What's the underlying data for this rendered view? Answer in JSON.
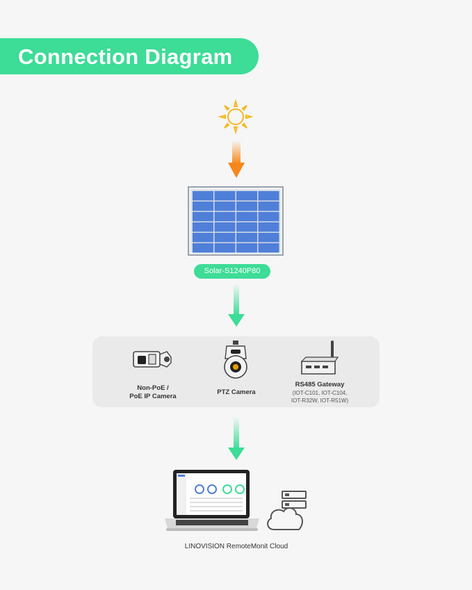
{
  "title": "Connection Diagram",
  "panel": {
    "label": "Solar-S1240P80"
  },
  "devices": [
    {
      "name": "Non-PoE /",
      "name2": "PoE IP Camera"
    },
    {
      "name": "PTZ Camera"
    },
    {
      "name": "RS485 Gateway",
      "models": [
        "(IOT-C101, IOT-C104,",
        "IOT-R32W, IOT-R51W)"
      ]
    }
  ],
  "cloud": {
    "label": "LINOVISION RemoteMonit Cloud"
  },
  "colors": {
    "accent": "#3ddc97",
    "sun": "#f5b820",
    "arrow_sun": "#f7861b",
    "panel_cell": "#4f7fd8"
  },
  "icons": [
    "sun-icon",
    "bullet-camera-icon",
    "ptz-camera-icon",
    "gateway-icon",
    "laptop-icon",
    "cloud-server-icon"
  ]
}
